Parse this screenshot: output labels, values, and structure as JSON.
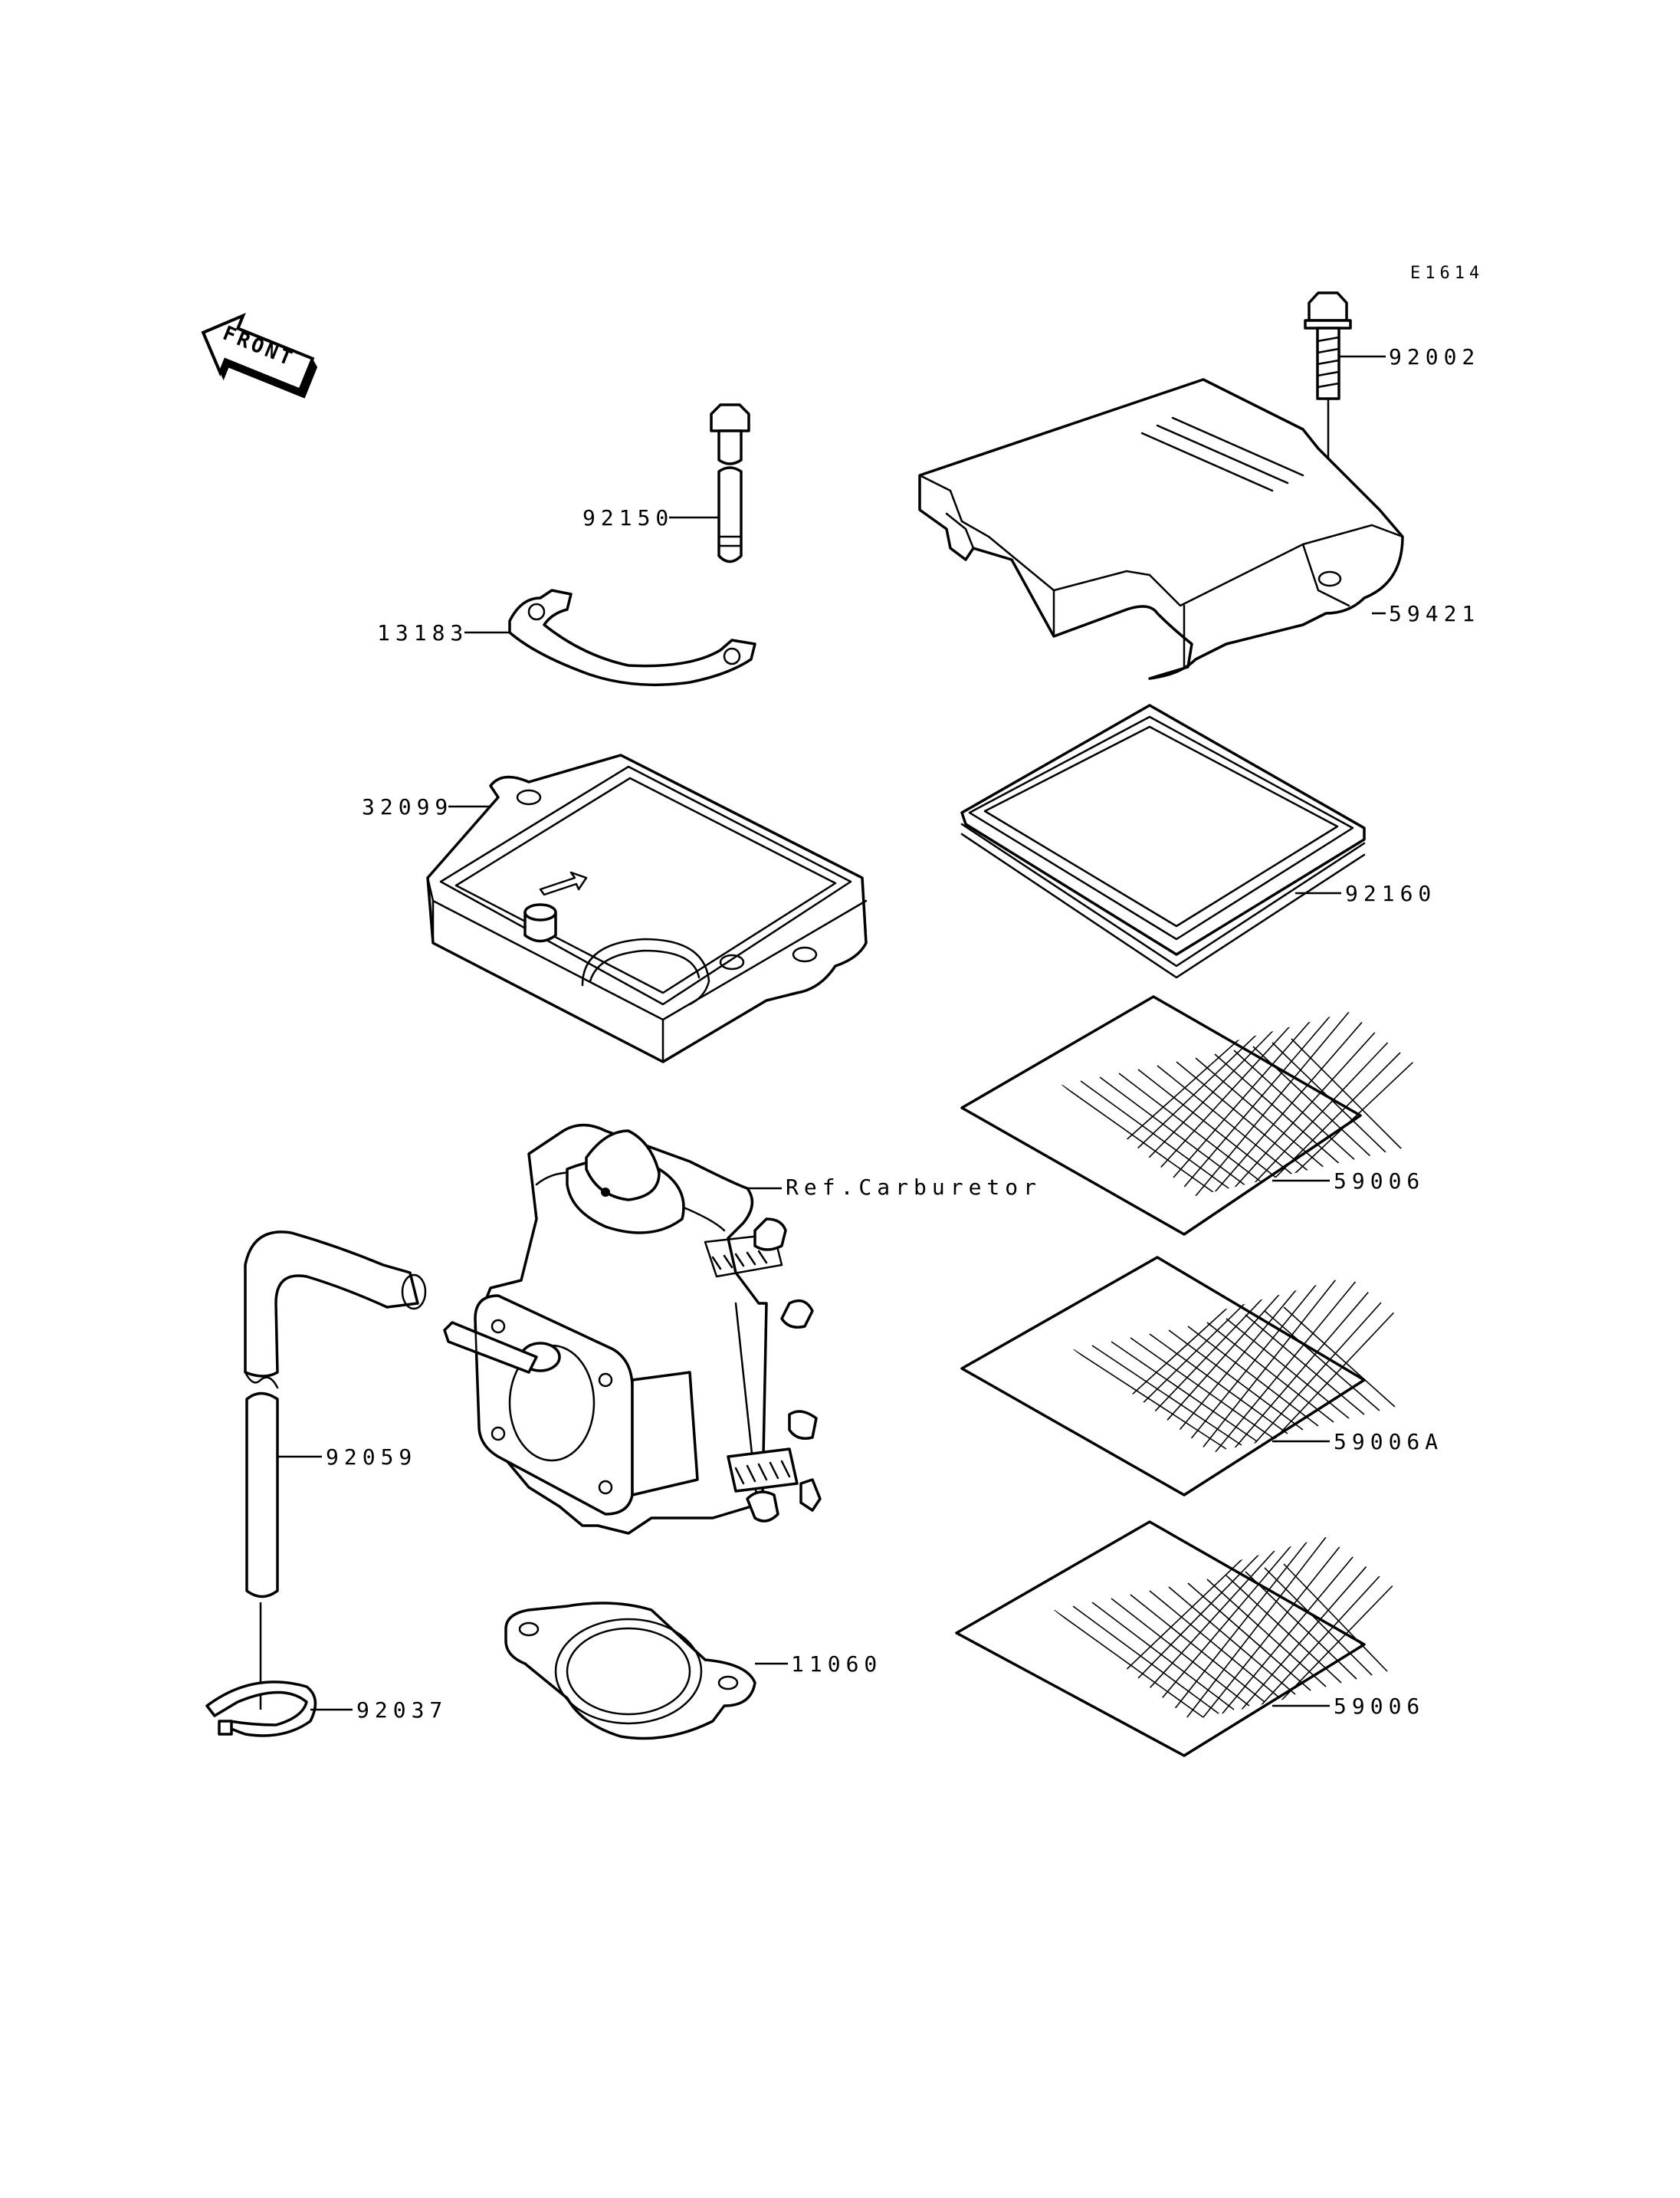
{
  "diagram_id": "E1614",
  "front_label": "FRONT",
  "callouts": {
    "p92002": "92002",
    "p92150": "92150",
    "p13183": "13183",
    "p59421": "59421",
    "p32099": "32099",
    "p92160": "92160",
    "p59006_top": "59006",
    "ref_carburetor": "Ref.Carburetor",
    "p59006A": "59006A",
    "p92059": "92059",
    "p11060": "11060",
    "p92037": "92037",
    "p59006_bottom": "59006"
  }
}
